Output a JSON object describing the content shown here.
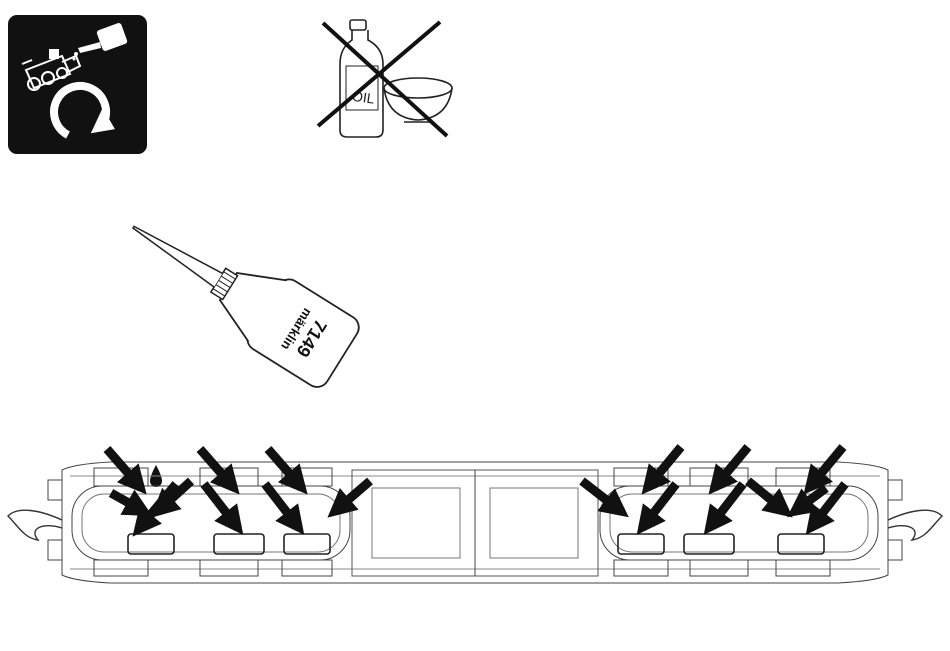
{
  "maintenance_icon": {
    "name": "lubrication-maintenance-icon",
    "background": "#111111",
    "foreground": "#ffffff"
  },
  "no_oil_icon": {
    "name": "no-household-oil-icon",
    "bottle_label": "OIL"
  },
  "oiler": {
    "name": "oil-bottle",
    "brand": "märklin",
    "part_number": "7149"
  },
  "locomotive": {
    "name": "locomotive-underside-diagram",
    "lubrication_point_count": 18
  },
  "colors": {
    "ink": "#111111",
    "line": "#333333",
    "paper": "#ffffff"
  }
}
